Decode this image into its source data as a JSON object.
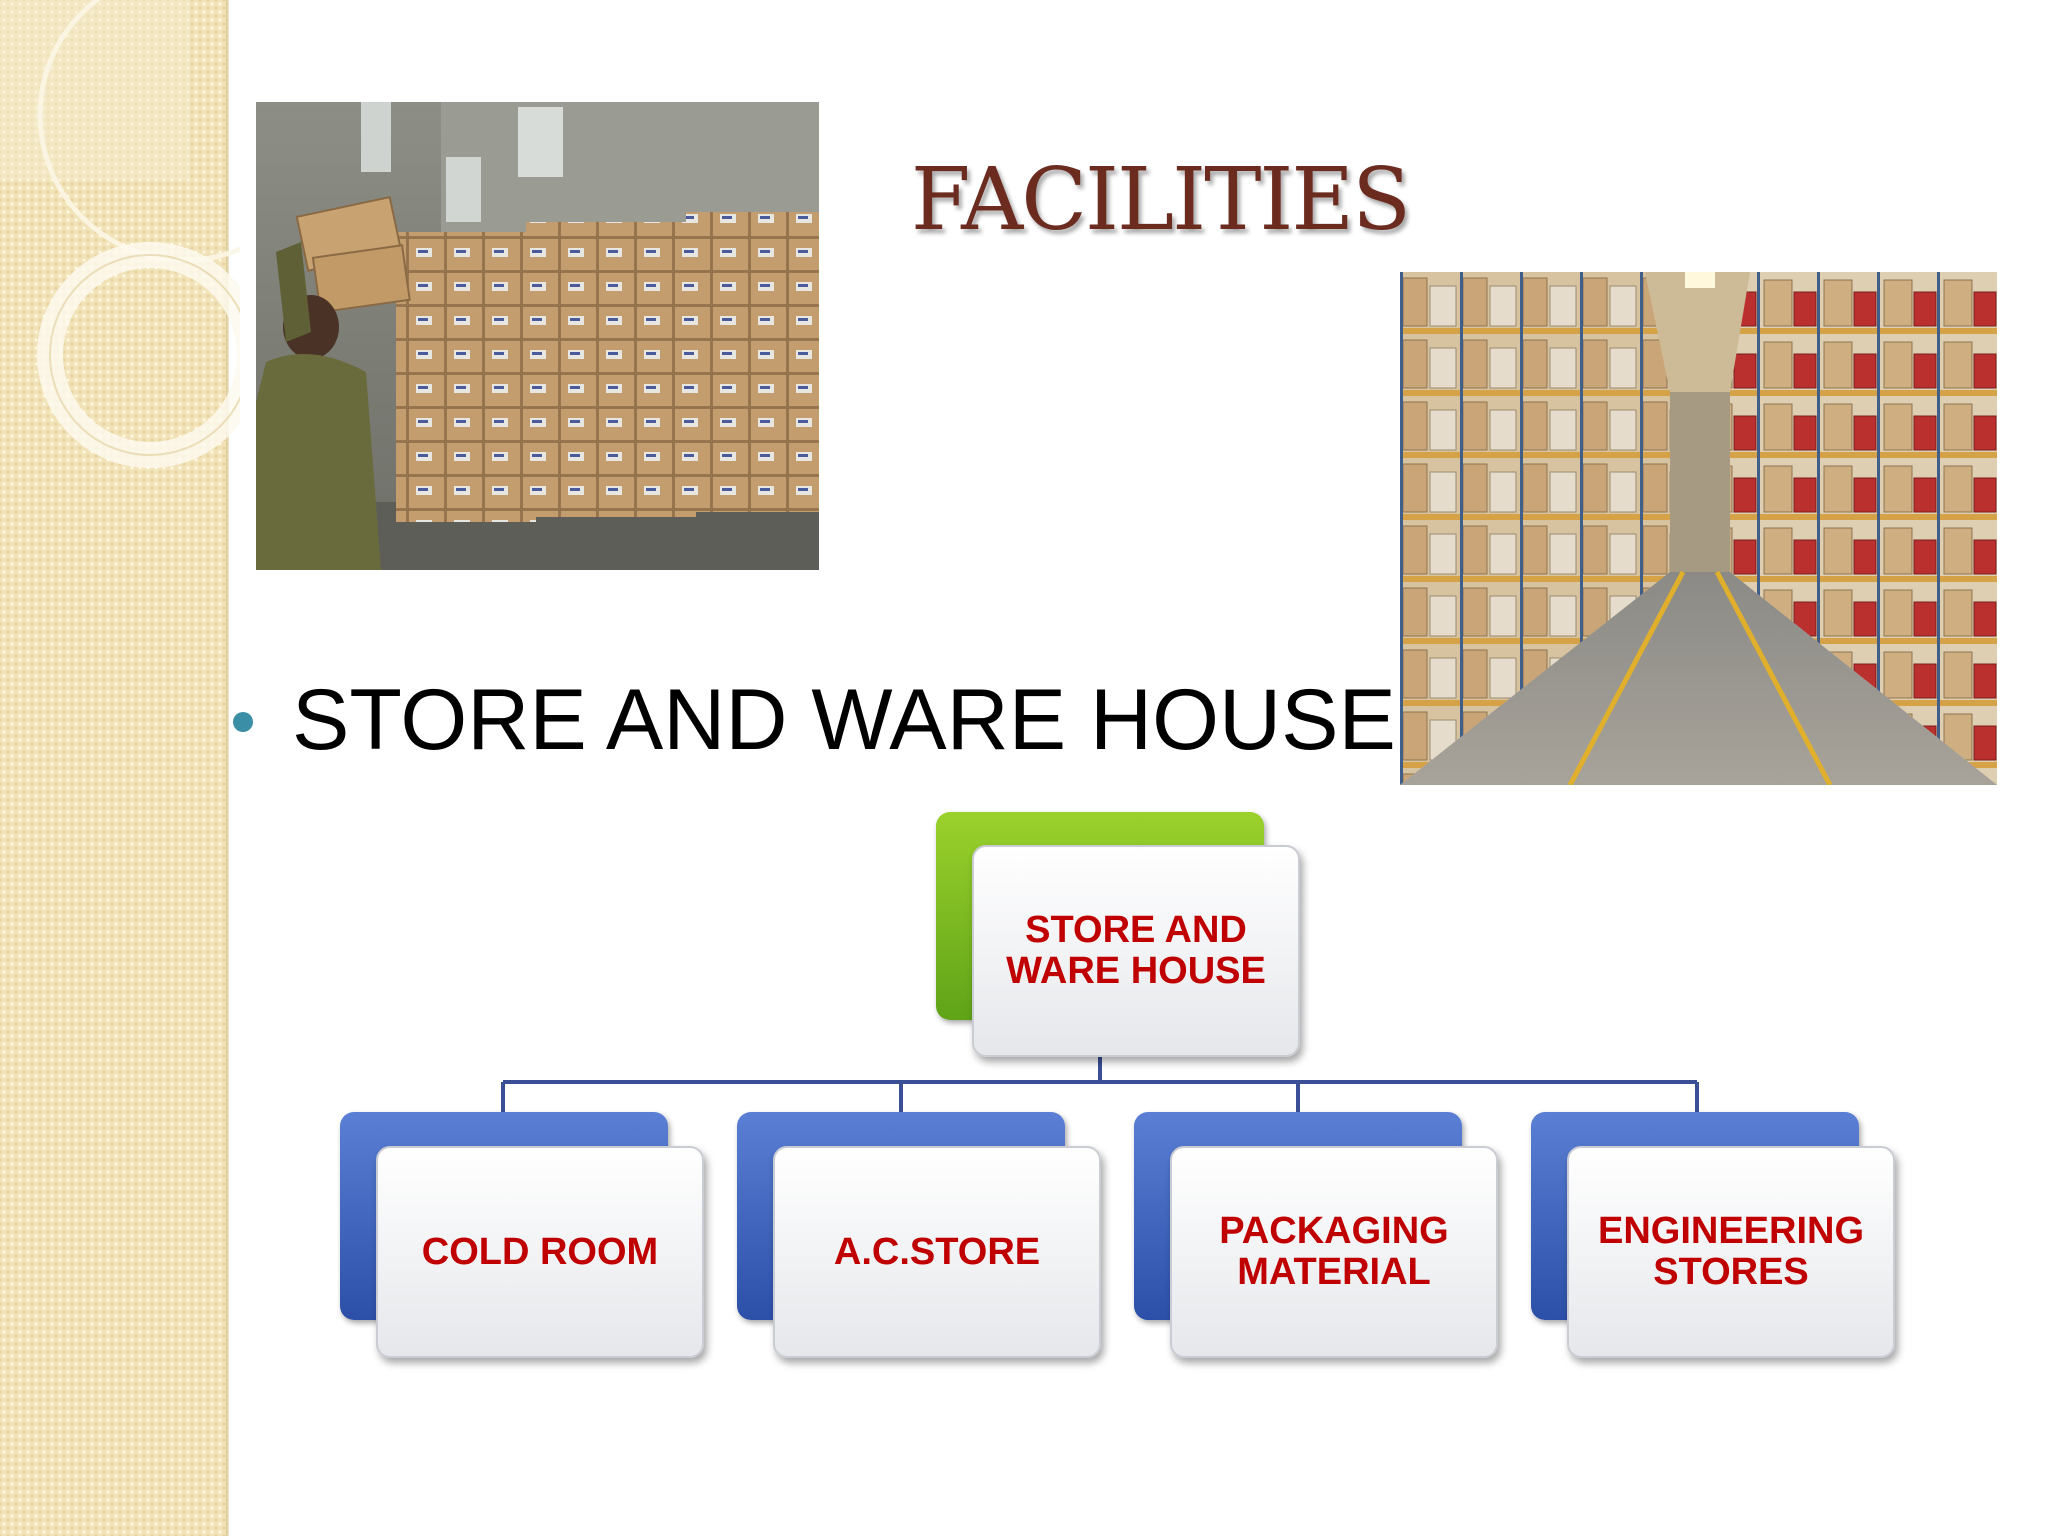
{
  "slide": {
    "title": "FACILITIES",
    "bullet": "STORE AND WARE HOUSE"
  },
  "images": {
    "left": "worker-carrying-boxes-photo",
    "right": "warehouse-aisle-shelves-photo"
  },
  "diagram": {
    "root": {
      "label": "STORE AND WARE HOUSE",
      "back_color": "#7dbb22"
    },
    "children": [
      {
        "label": "COLD ROOM"
      },
      {
        "label": "A.C.STORE"
      },
      {
        "label": "PACKAGING MATERIAL"
      },
      {
        "label": "ENGINEERING STORES"
      }
    ],
    "child_back_color": "#3d62bf",
    "text_color": "#c00000",
    "connector_color": "#3b4f96"
  }
}
